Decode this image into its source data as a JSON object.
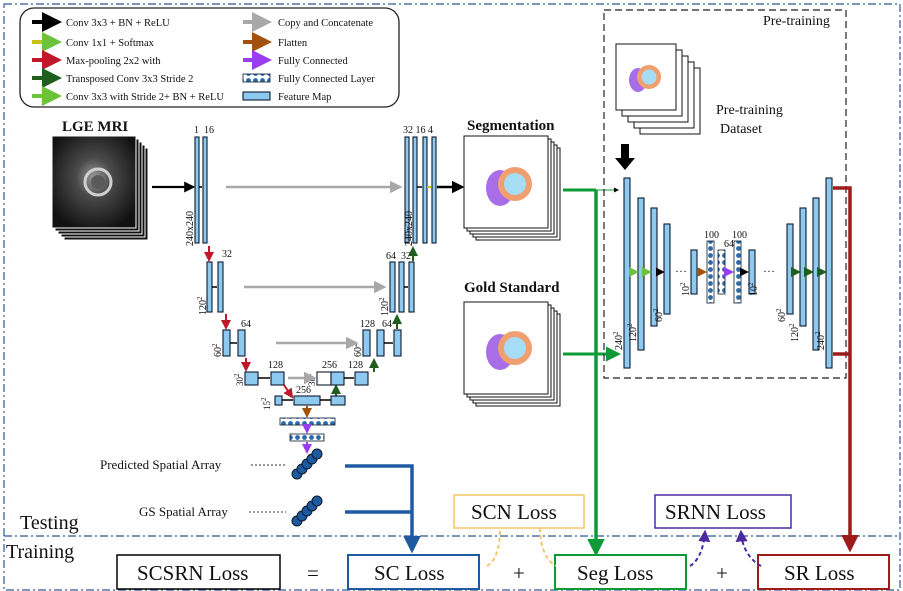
{
  "legend": {
    "items": [
      {
        "label": "Conv 3x3 + BN + ReLU",
        "color": "#000000",
        "icon": "arrow-black-icon"
      },
      {
        "label": "Conv 1x1 + Softmax",
        "color": "#c9c21a",
        "icon": "arrow-olive-icon"
      },
      {
        "label": "Max-pooling 2x2 with",
        "color": "#c0182a",
        "icon": "arrow-red-icon"
      },
      {
        "label": "Transposed Conv 3x3 Stride 2",
        "color": "#1f5e1f",
        "icon": "arrow-darkgreen-icon"
      },
      {
        "label": "Conv 3x3 with Stride 2+ BN + ReLU",
        "color": "#6cc23a",
        "icon": "arrow-lightgreen-icon"
      },
      {
        "label": "Copy and Concatenate",
        "color": "#a8a8a8",
        "icon": "arrow-gray-icon"
      },
      {
        "label": "Flatten",
        "color": "#a0520e",
        "icon": "arrow-brown-icon"
      },
      {
        "label": "Fully Connected",
        "color": "#9a3cf0",
        "icon": "arrow-purple-icon"
      },
      {
        "label": "Fully Connected Layer",
        "color": "#2a6aa8",
        "icon": "dotted-layer-icon"
      },
      {
        "label": "Feature Map",
        "color": "#8ec9f0",
        "icon": "feature-map-icon"
      }
    ]
  },
  "inputs": {
    "lge_mri": "LGE MRI"
  },
  "unet": {
    "enc1_top_a": "1",
    "enc1_top_b": "16",
    "enc1_size": "240x240",
    "enc2_top": "32",
    "enc2_size": "120",
    "enc2_sup": "2",
    "enc3_top": "64",
    "enc3_size": "60",
    "enc3_sup": "2",
    "enc4_top": "128",
    "enc4_size": "30",
    "enc4_sup": "2",
    "bott_top": "256",
    "bott_size": "15",
    "bott_sup": "2",
    "dec4_top": "256",
    "dec4_top_b": "128",
    "dec4_size": "30",
    "dec4_sup": "2",
    "dec3_top_a": "128",
    "dec3_top_b": "64",
    "dec3_size": "60",
    "dec3_sup": "2",
    "dec2_top_a": "64",
    "dec2_top_b": "32",
    "dec2_size": "120",
    "dec2_sup": "2",
    "dec1_top": "32 16 4",
    "dec1_size": "240x240"
  },
  "outputs": {
    "segmentation": "Segmentation",
    "gold_standard": "Gold Standard"
  },
  "pretraining": {
    "title": "Pre-training",
    "dataset_line1": "Pre-training",
    "dataset_line2": "Dataset",
    "lbl_240_left": "240",
    "lbl_120_left": "120",
    "lbl_60_left": "60",
    "lbl_10_left": "10",
    "lbl_100_a": "100",
    "lbl_64": "64",
    "lbl_100_b": "100",
    "lbl_10_right": "10",
    "lbl_60_right": "60",
    "lbl_120_right": "120",
    "lbl_240_right": "240",
    "sup": "2",
    "ellipsis": "···"
  },
  "spatial": {
    "predicted": "Predicted Spatial Array",
    "gs": "GS Spatial Array"
  },
  "phases": {
    "testing": "Testing",
    "training": "Training"
  },
  "losses": {
    "scsrn": "SCSRN Loss",
    "equals": "=",
    "sc": "SC Loss",
    "plus1": "+",
    "seg": "Seg Loss",
    "plus2": "+",
    "sr": "SR Loss",
    "scn": "SCN Loss",
    "srnn": "SRNN Loss",
    "colors": {
      "sc": "#1e5aa0",
      "seg": "#0f9a3a",
      "sr": "#9e1b1b",
      "scn": "#f5c76a",
      "srnn": "#4b2aa0"
    }
  }
}
